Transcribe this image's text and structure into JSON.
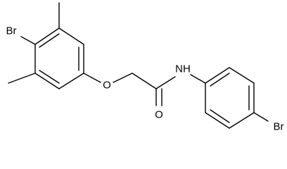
{
  "molecule": {
    "atoms": [
      {
        "id": "br_left",
        "label": "Br"
      },
      {
        "id": "o_ether",
        "label": "O"
      },
      {
        "id": "n_amide",
        "label": "NH"
      },
      {
        "id": "o_carbonyl",
        "label": "O"
      },
      {
        "id": "br_right",
        "label": "Br"
      }
    ]
  },
  "colors": {
    "bond": "#000000",
    "label": "#000000",
    "background": "#ffffff"
  }
}
